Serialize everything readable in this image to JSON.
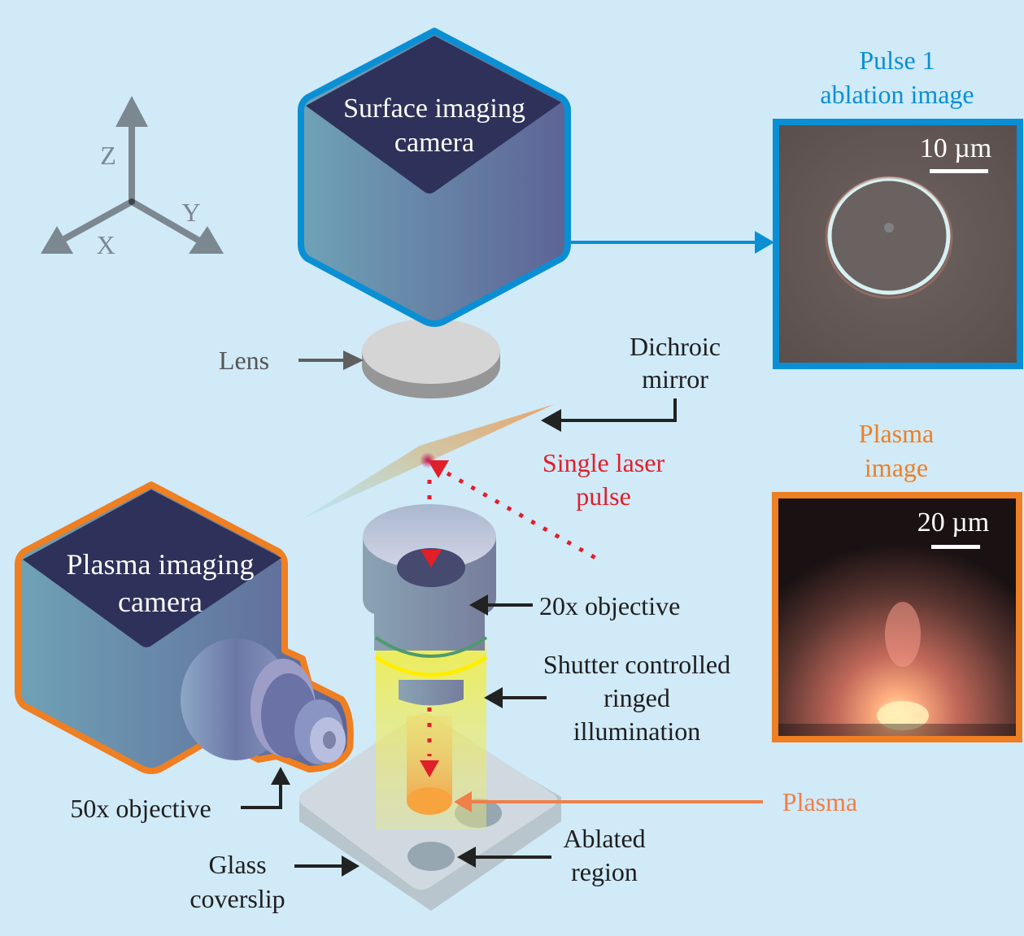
{
  "axes": {
    "z_label": "Z",
    "x_label": "X",
    "y_label": "Y"
  },
  "surface_camera": {
    "line1": "Surface imaging",
    "line2": "camera"
  },
  "plasma_camera": {
    "line1": "Plasma imaging",
    "line2": "camera"
  },
  "labels": {
    "lens": "Lens",
    "dichroic_line1": "Dichroic",
    "dichroic_line2": "mirror",
    "laser_line1": "Single laser",
    "laser_line2": "pulse",
    "objective_20x": "20x objective",
    "shutter_line1": "Shutter controlled",
    "shutter_line2": "ringed",
    "shutter_line3": "illumination",
    "objective_50x": "50x objective",
    "plasma": "Plasma",
    "ablated_line1": "Ablated",
    "ablated_line2": "region",
    "glass_line1": "Glass",
    "glass_line2": "coverslip"
  },
  "ablation_image": {
    "title_line1": "Pulse 1",
    "title_line2": "ablation image",
    "scale_bar": "10 µm"
  },
  "plasma_image": {
    "title_line1": "Plasma",
    "title_line2": "image",
    "scale_bar": "20 µm"
  },
  "colors": {
    "background": "#d0eaf8",
    "surface_accent": "#0a8fd4",
    "plasma_accent": "#ee7f22",
    "laser_red": "#e01f2a",
    "camera_top": "#2e3159",
    "axis_gray": "#7c8890"
  }
}
